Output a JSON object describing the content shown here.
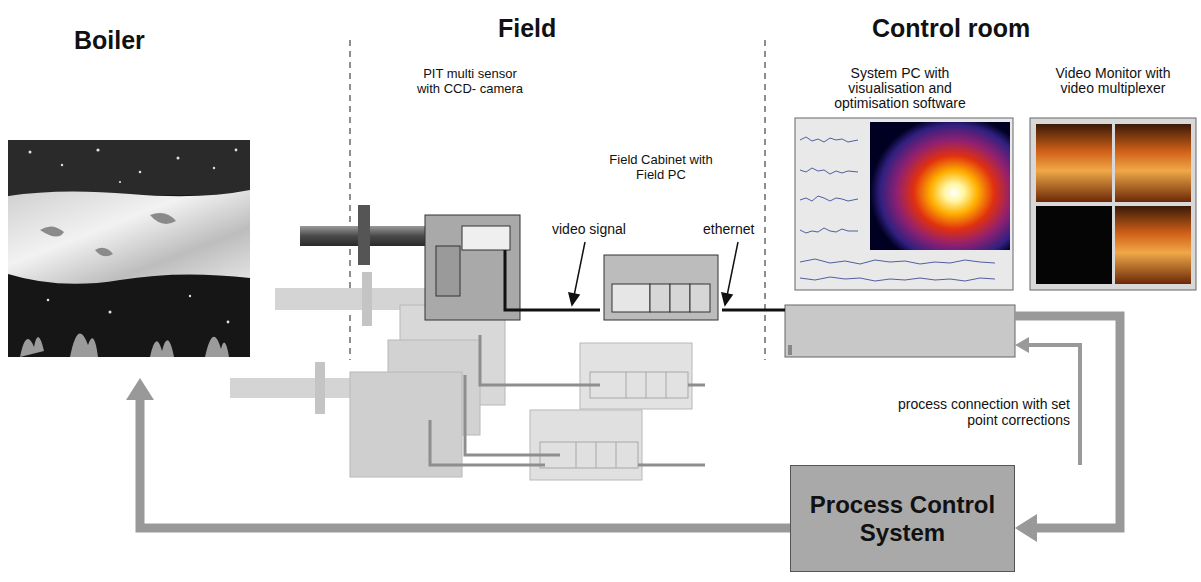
{
  "diagram": {
    "nodes": [
      {
        "text": [
          "Boiler"
        ]
      },
      {
        "text": [
          "PIT multi sensor with CCD- camera"
        ]
      },
      {
        "text": [
          "Field Cabinet with Field PC"
        ]
      },
      {
        "text": [
          "System PC with visualisation and optimisation software"
        ]
      },
      {
        "text": [
          "Video Monitor with video multiplexer"
        ]
      },
      {
        "text": [
          "Process Control System"
        ]
      }
    ],
    "edges": [
      {
        "from": 1,
        "to": 2,
        "arrow": "none",
        "label": "video signal"
      },
      {
        "from": 2,
        "to": 3,
        "arrow": "none",
        "label": "ethernet"
      },
      {
        "from": 3,
        "to": 5,
        "arrow": "to"
      },
      {
        "from": 5,
        "to": 3,
        "arrow": "to",
        "label": "process connection with set point corrections"
      },
      {
        "from": 5,
        "to": 0,
        "arrow": "to"
      }
    ],
    "labels": [
      "Field",
      "Control room"
    ]
  }
}
